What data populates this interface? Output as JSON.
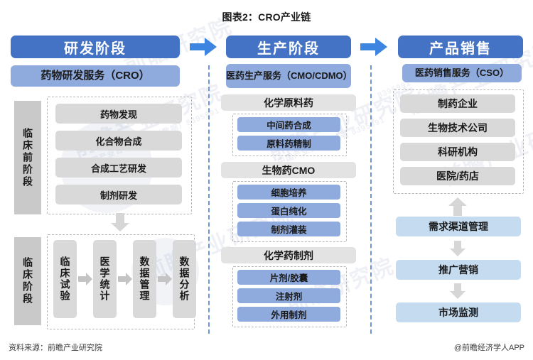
{
  "title": "图表2：CRO产业链",
  "footer": {
    "source": "资料来源：前瞻产业研究院",
    "attribution": "@前瞻经济学人APP"
  },
  "colors": {
    "stage_header_blue": "#4472c4",
    "sub_header_blue": "#8faadc",
    "gray_header": "#e3e3e3",
    "gray_box": "#d9d9d9",
    "blue_box": "#8faadc",
    "pale_box": "#c5dbef",
    "vertical_label_gray": "#c9c9c9",
    "arrow_blue": "#3d85e0",
    "arrow_gray": "#d0d0d0",
    "separator_dash": "#6f95d8"
  },
  "stages": [
    {
      "key": "rd",
      "label": "研发阶段"
    },
    {
      "key": "production",
      "label": "生产阶段"
    },
    {
      "key": "sales",
      "label": "产品销售"
    }
  ],
  "arrows": {
    "stage1_to_2": "arrow-right-icon",
    "stage2_to_3": "arrow-right-icon"
  },
  "columns": {
    "rd": {
      "sub_header": "药物研发服务（CRO）",
      "groups": [
        {
          "key": "preclinical",
          "vertical_label": "临床前阶段",
          "items": [
            "药物发现",
            "化合物合成",
            "合成工艺研发",
            "制剂研发"
          ]
        },
        {
          "key": "clinical",
          "vertical_label": "临床阶段",
          "items": [
            "临床试验",
            "医学统计",
            "数据管理",
            "数据分析"
          ]
        }
      ],
      "flow_arrow_between_groups": "arrow-down-icon",
      "clinical_inline_arrows": [
        "arrow-right-icon",
        "arrow-right-icon",
        "arrow-right-icon"
      ]
    },
    "production": {
      "sub_header": "医药生产服务（CMO/CDMO）",
      "groups": [
        {
          "key": "chem_api",
          "header": "化学原料药",
          "items": [
            "中间药合成",
            "原料药精制"
          ]
        },
        {
          "key": "bio_cmo",
          "header": "生物药CMO",
          "items": [
            "细胞培养",
            "蛋白纯化",
            "制剂灌装"
          ]
        },
        {
          "key": "chem_prep",
          "header": "化学药制剂",
          "items": [
            "片剂/胶囊",
            "注射剂",
            "外用制剂"
          ]
        }
      ]
    },
    "sales": {
      "sub_header": "医药销售服务（CSO）",
      "customer_group": {
        "items": [
          "制药企业",
          "生物技术公司",
          "科研机构",
          "医院/药店"
        ]
      },
      "flow_arrow_up": "arrow-up-icon",
      "flow": [
        {
          "label": "需求渠道管理"
        },
        {
          "label": "推广营销"
        },
        {
          "label": "市场监测"
        }
      ],
      "flow_arrows": [
        "arrow-down-icon",
        "arrow-down-icon"
      ]
    }
  },
  "watermarks": [
    "前瞻产业研究院",
    "中国产业咨询领导者（数据）8395991",
    "前瞻产业研究院",
    "前瞻产业研究院"
  ]
}
